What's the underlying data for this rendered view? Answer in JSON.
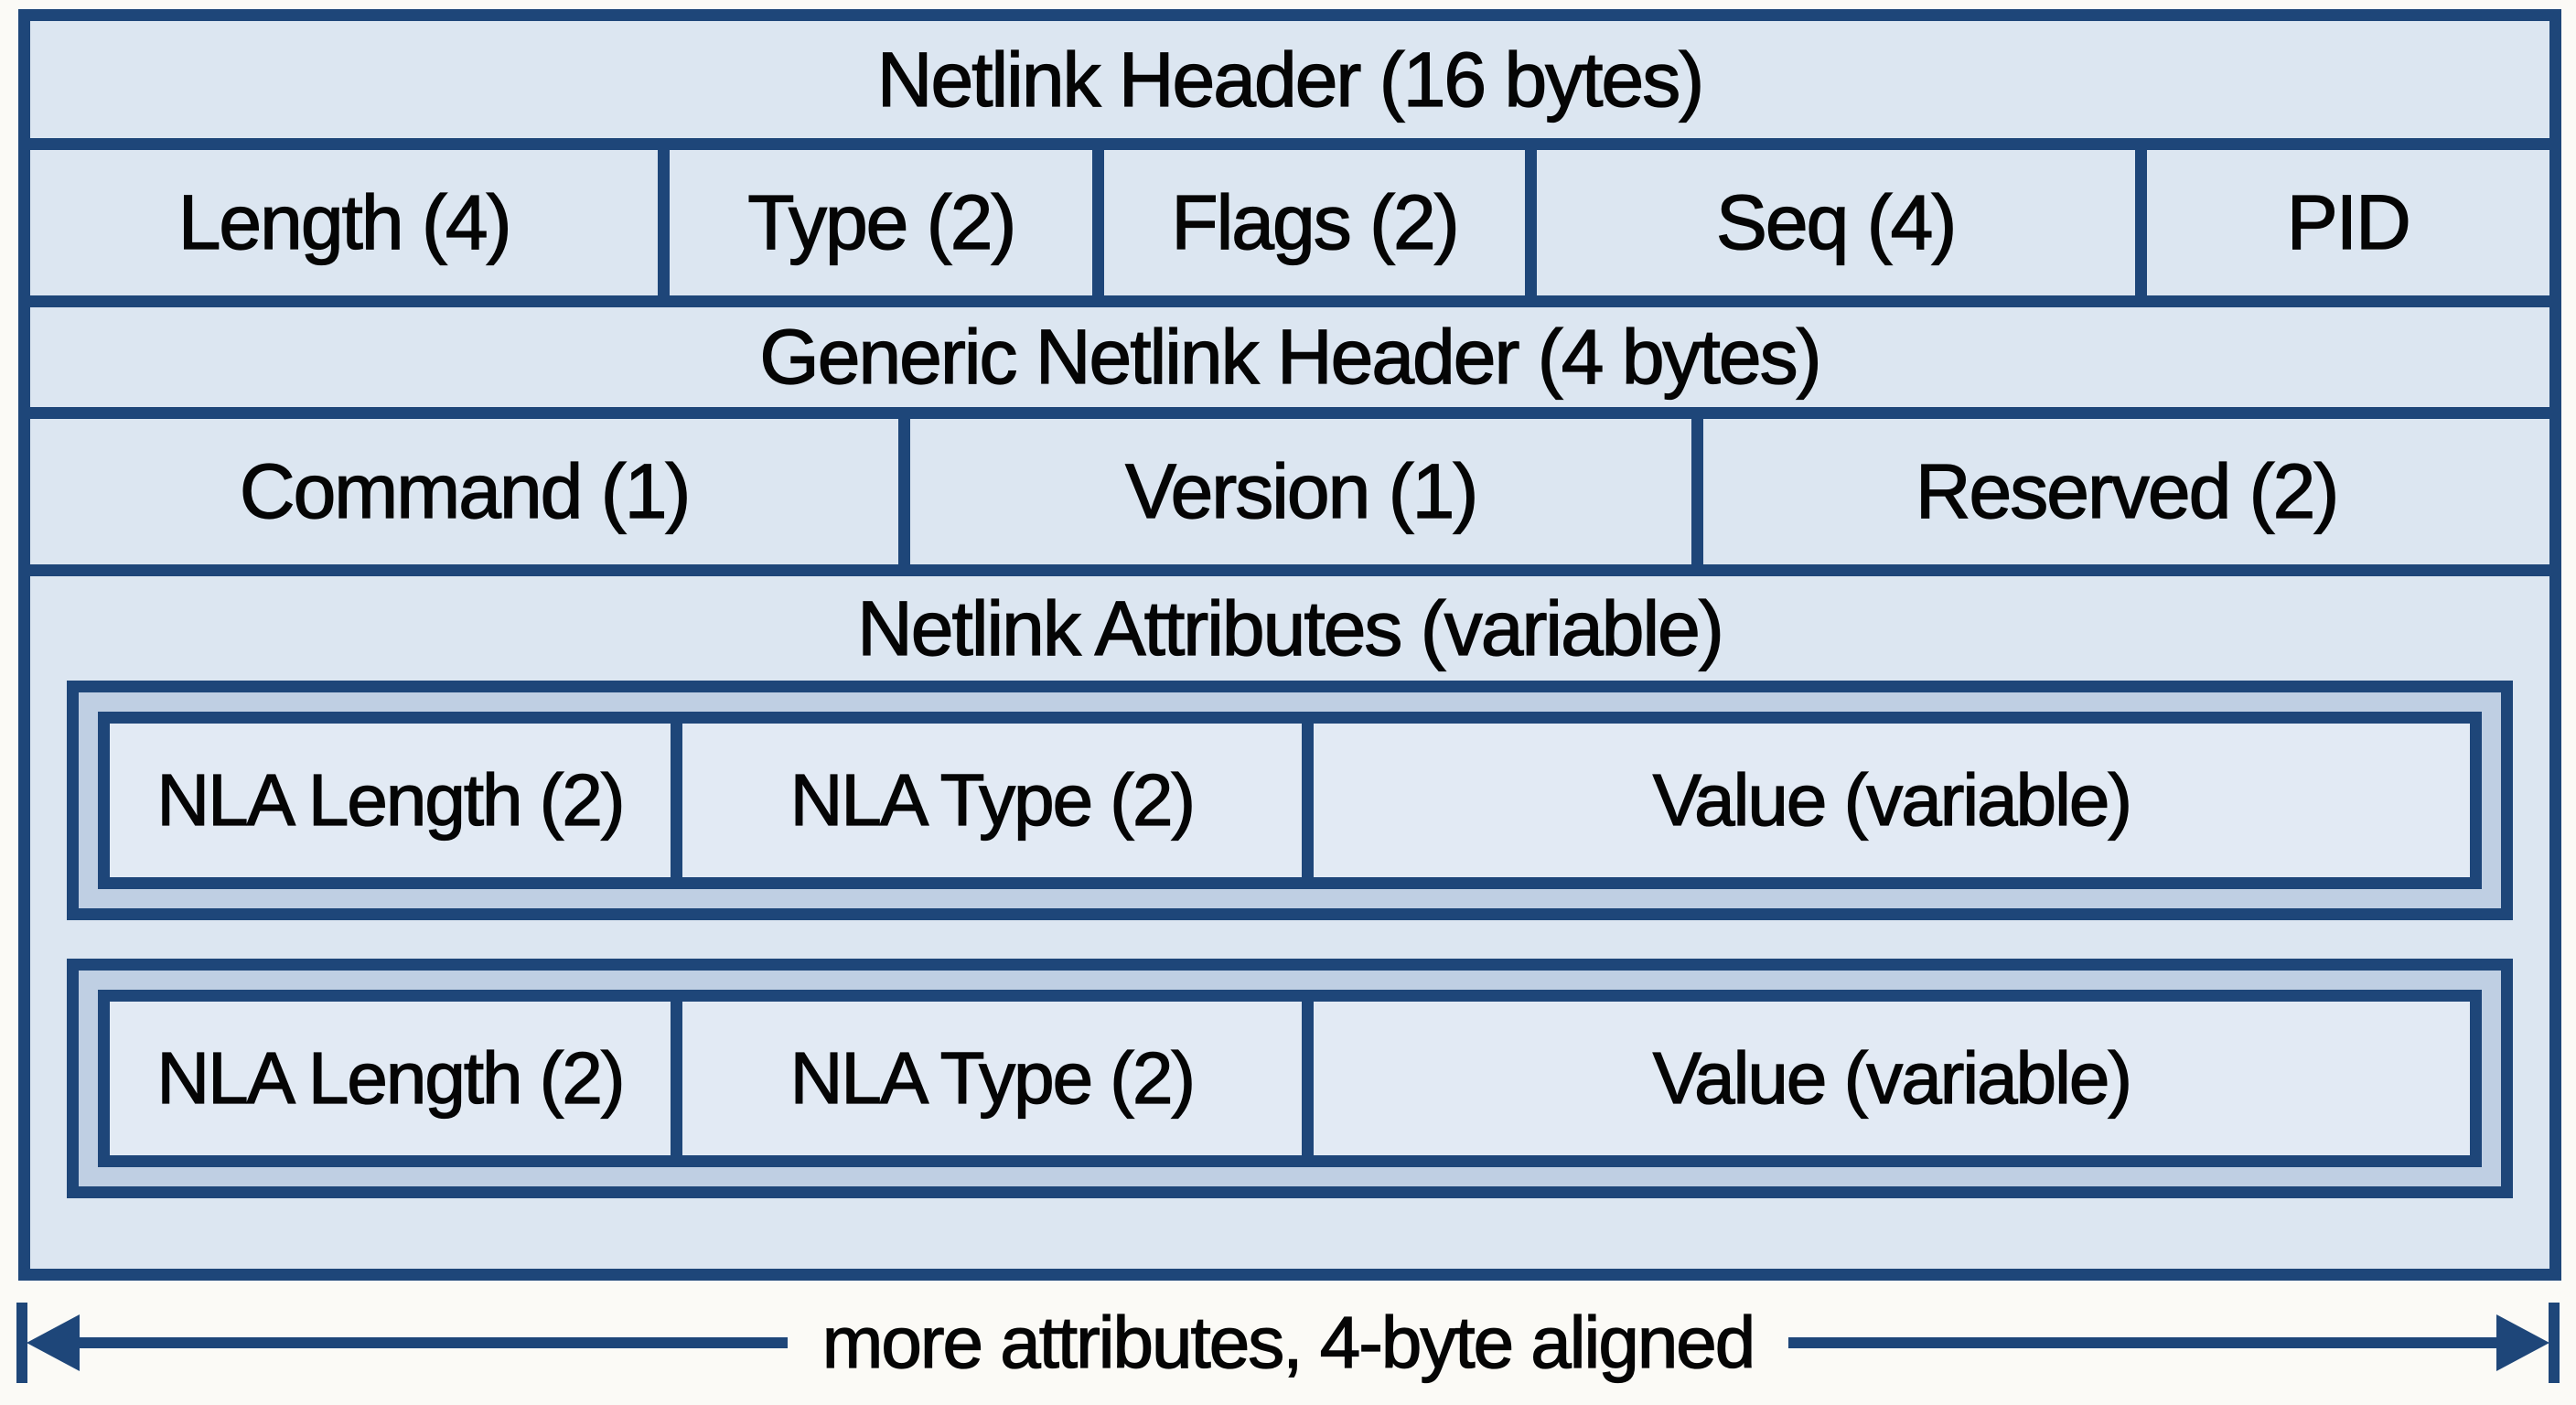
{
  "netlink_header": {
    "title": "Netlink Header (16 bytes)",
    "fields": [
      "Length (4)",
      "Type (2)",
      "Flags (2)",
      "Seq (4)",
      "PID"
    ]
  },
  "generic_header": {
    "title": "Generic Netlink Header (4 bytes)",
    "fields": [
      "Command (1)",
      "Version (1)",
      "Reserved (2)"
    ]
  },
  "attributes": {
    "title": "Netlink Attributes (variable)",
    "nla_rows": [
      {
        "cells": [
          "NLA Length (2)",
          "NLA Type (2)",
          "Value (variable)"
        ]
      },
      {
        "cells": [
          "NLA Length (2)",
          "NLA Type (2)",
          "Value (variable)"
        ]
      }
    ]
  },
  "footer": {
    "label": "more attributes, 4-byte aligned"
  },
  "colors": {
    "border_navy": "#1E4679",
    "cell_light": "#DCE6F1",
    "nla_band_medium": "#BFCFE3",
    "page_background": "#FBFAF6",
    "text": "#050505"
  }
}
